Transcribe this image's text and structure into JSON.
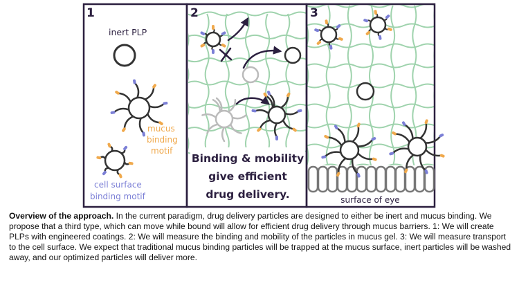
{
  "panels": [
    {
      "number": "1"
    },
    {
      "number": "2"
    },
    {
      "number": "3"
    }
  ],
  "labels": {
    "inert_plp": "inert  PLP",
    "mucus_binding_motif": [
      "mucus",
      "binding",
      "motif"
    ],
    "cell_surface_binding_motif": [
      "cell surface",
      "binding motif"
    ],
    "binding_mobility": [
      "Binding & mobility",
      "give efficient",
      "drug delivery."
    ],
    "surface_of_eye": "surface of eye"
  },
  "caption": {
    "heading": "Overview of the approach.",
    "body": " In the current paradigm, drug delivery particles are designed to either be inert and mucus binding.  We propose that a third type, which can move while bound will allow for efficient drug delivery through mucus barriers. 1: We will create PLPs with engineered coatings.  2: We will measure the binding and mobility of the particles in mucus gel. 3: We will measure transport to the cell surface.  We expect that traditional mucus binding particles will be trapped at the mucus surface, inert particles will be washed away, and our optimized particles will deliver more."
  },
  "colors": {
    "frame": "#2b1f3f",
    "mucus_mesh": "#9fd3ad",
    "particle": "#333333",
    "ghost_particle": "#bbbbbb",
    "mucus_motif": "#f0a94c",
    "cell_motif": "#7b7fd6",
    "label_text": "#2b1f3f",
    "cells": "#777777"
  }
}
